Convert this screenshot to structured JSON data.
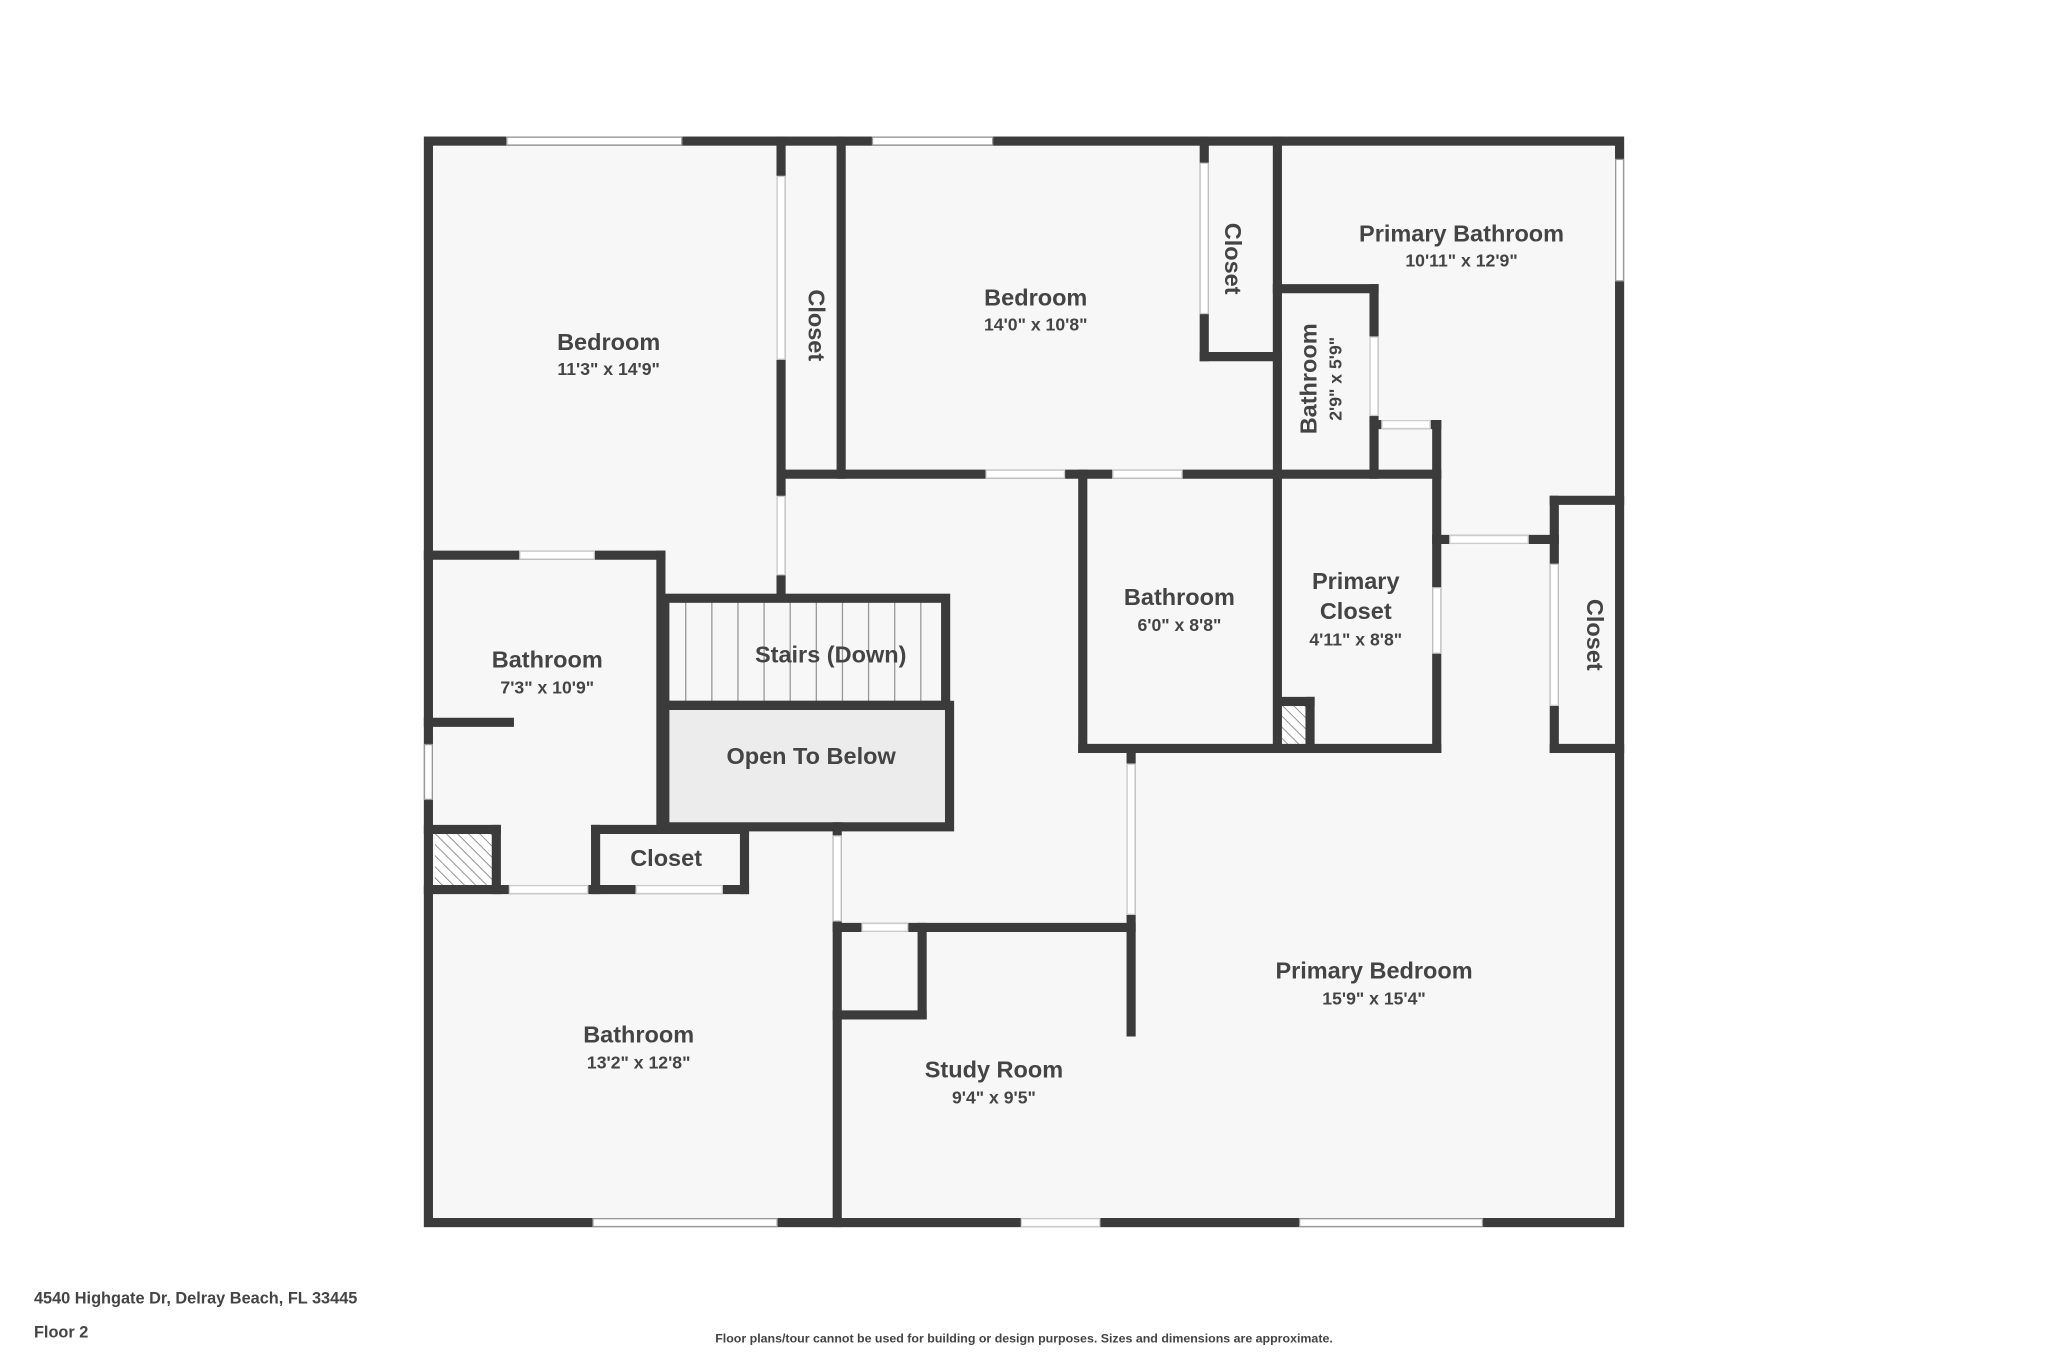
{
  "rooms": [
    {
      "name": "Bedroom",
      "dims": "11'3\" x 14'9\""
    },
    {
      "name": "Closet"
    },
    {
      "name": "Bedroom",
      "dims": "14'0\" x 10'8\""
    },
    {
      "name": "Closet"
    },
    {
      "name": "Primary Bathroom",
      "dims": "10'11\" x 12'9\""
    },
    {
      "name": "Bathroom",
      "dims": "2'9\" x 5'9\""
    },
    {
      "name": "Bathroom",
      "dims": "6'0\" x 8'8\""
    },
    {
      "name_line1": "Primary",
      "name_line2": "Closet",
      "dims": "4'11\" x 8'8\""
    },
    {
      "name": "Closet"
    },
    {
      "name": "Bathroom",
      "dims": "7'3\" x 10'9\""
    },
    {
      "name": "Stairs (Down)"
    },
    {
      "name": "Open To Below"
    },
    {
      "name": "Closet"
    },
    {
      "name": "Bathroom",
      "dims": "13'2\" x 12'8\""
    },
    {
      "name": "Study Room",
      "dims": "9'4\" x 9'5\""
    },
    {
      "name": "Primary Bedroom",
      "dims": "15'9\" x 15'4\""
    }
  ],
  "footer": {
    "address": "4540 Highgate Dr, Delray Beach, FL 33445",
    "floor": "Floor 2",
    "disclaimer": "Floor plans/tour cannot be used for building or design purposes. Sizes and dimensions are approximate."
  },
  "colors": {
    "wall": "#3b3b3b",
    "floor": "#f7f7f7",
    "open_to_below": "#ececec",
    "text": "#444444"
  }
}
